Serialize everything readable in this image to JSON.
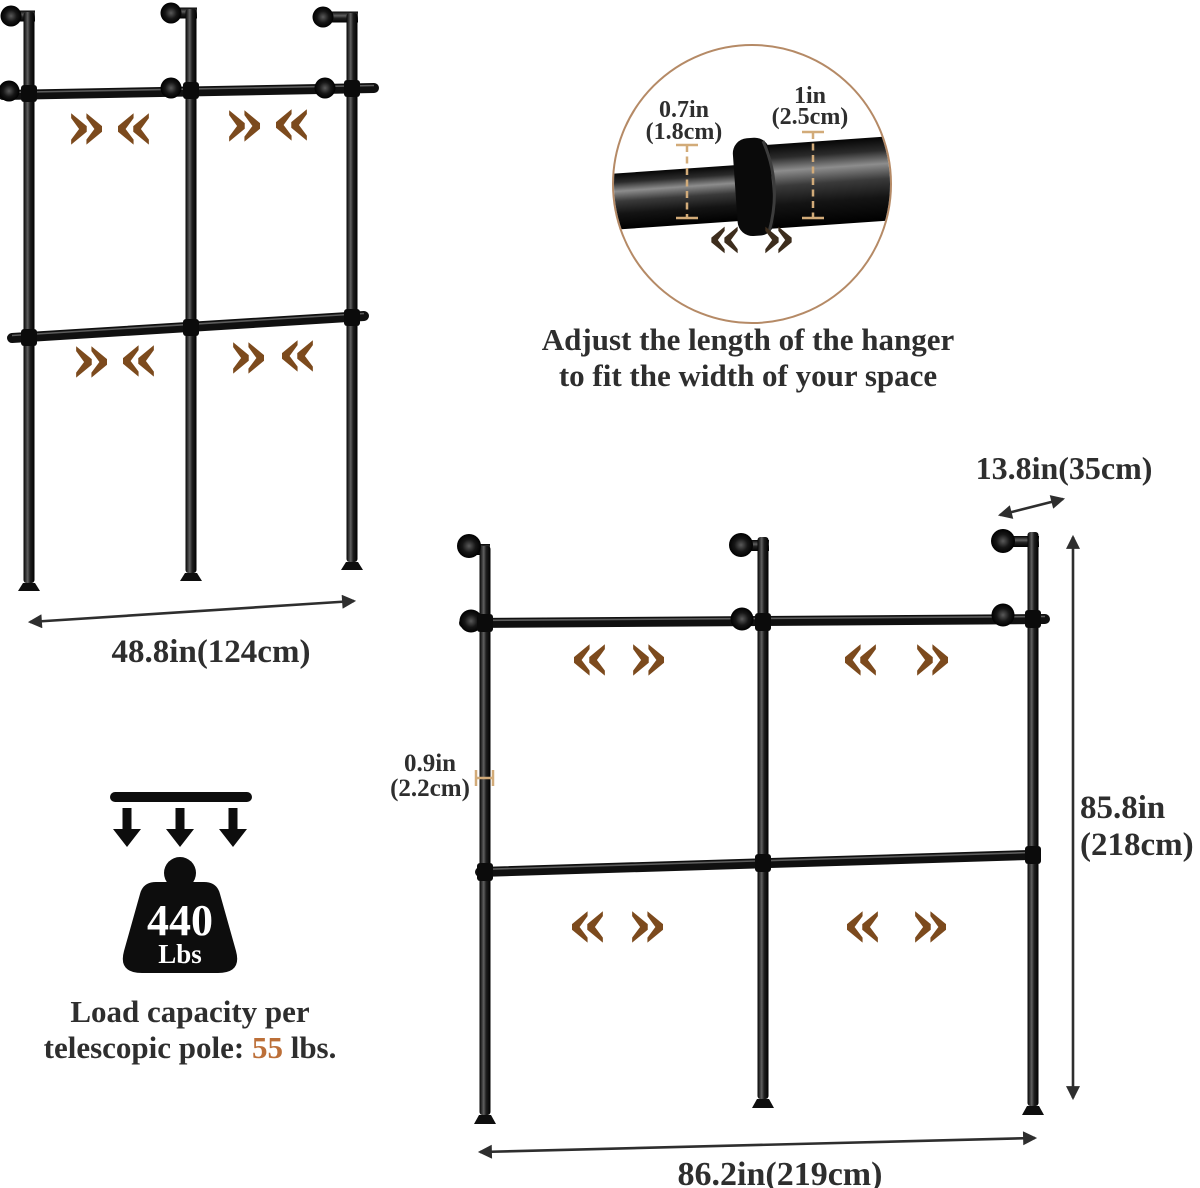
{
  "left_rack": {
    "width_label": "48.8in(124cm)",
    "arrow_in_first": "»",
    "arrow_in_second": "«"
  },
  "detail_circle": {
    "small_dia_in": "0.7in",
    "small_dia_cm": "(1.8cm)",
    "large_dia_in": "1in",
    "large_dia_cm": "(2.5cm)",
    "arrow_left": "«",
    "arrow_right": "»",
    "caption_line1": "Adjust the length of the hanger",
    "caption_line2": "to fit the width of your space"
  },
  "load_capacity": {
    "weight_value": "440",
    "weight_unit": "Lbs",
    "caption_line1": "Load capacity per",
    "caption_prefix": "telescopic pole: ",
    "caption_value": "55",
    "caption_suffix": " lbs."
  },
  "main_rack": {
    "depth_label": "13.8in(35cm)",
    "pole_dia_in": "0.9in",
    "pole_dia_cm": "(2.2cm)",
    "height_in": "85.8in",
    "height_cm": "(218cm)",
    "width_label": "86.2in(219cm)",
    "arrow_out_first": "«",
    "arrow_out_second": "»"
  },
  "colors": {
    "accent_orange": "#bc6f38",
    "arrow_brown": "#7c4a1d",
    "measure_tan": "#d2ab79",
    "text": "#2e2e2e",
    "pipe_black": "#0d0d0d"
  }
}
